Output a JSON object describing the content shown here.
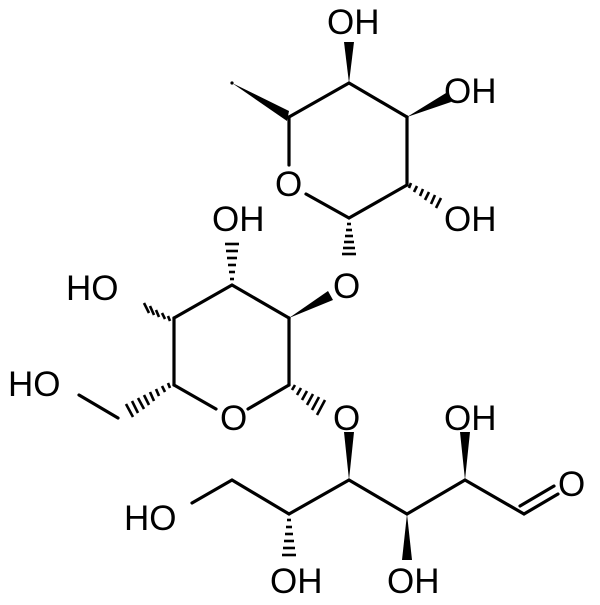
{
  "molecule": {
    "labels": {
      "oh_top": "OH",
      "oh_right_upper": "OH",
      "oh_right_mid": "OH",
      "ring1_o": "O",
      "oh_ring2_top": "OH",
      "ho_ring2_left": "HO",
      "o_link1": "O",
      "ho_left_ch2": "HO",
      "ring2_o": "O",
      "o_link2": "O",
      "oh_chain_top": "OH",
      "aldehyde_o": "O",
      "ho_chain_left": "HO",
      "oh_bottom_left": "OH",
      "oh_bottom_right": "OH"
    },
    "colors": {
      "ink": "#000000",
      "background": "#ffffff"
    }
  }
}
